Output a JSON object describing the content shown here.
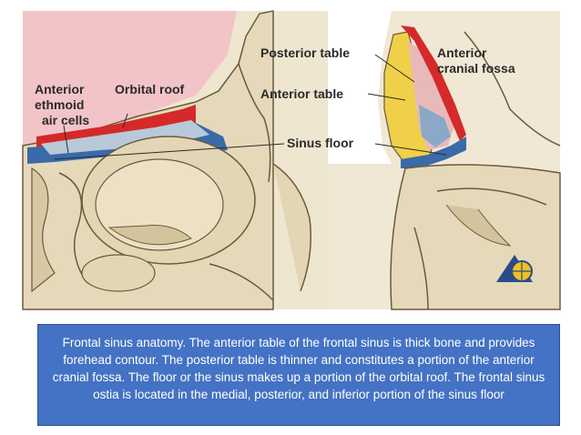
{
  "labels": {
    "anterior_ethmoid": [
      "Anterior",
      "ethmoid",
      "air cells"
    ],
    "orbital_roof": "Orbital roof",
    "posterior_table": "Posterior table",
    "anterior_table": "Anterior table",
    "sinus_floor": "Sinus floor",
    "anterior_cranial_fossa": [
      "Anterior",
      "cranial fossa"
    ]
  },
  "caption": "Frontal sinus anatomy. The anterior table of the frontal sinus is thick bone and provides forehead contour. The posterior table is thinner and constitutes a portion of the anterior cranial fossa. The floor or the sinus makes up a portion of the orbital roof. The frontal sinus ostia is located in the medial, posterior, and inferior portion of the sinus floor",
  "colors": {
    "bone": "#e8dcc0",
    "bone_dark": "#d4c49e",
    "outline": "#6b5a3e",
    "pink": "#f2c4c8",
    "red": "#d42a2a",
    "blue": "#3a6aa8",
    "yellow": "#f0d048",
    "caption_bg": "#4472c4"
  },
  "icons": [
    "globe-logo-icon"
  ]
}
